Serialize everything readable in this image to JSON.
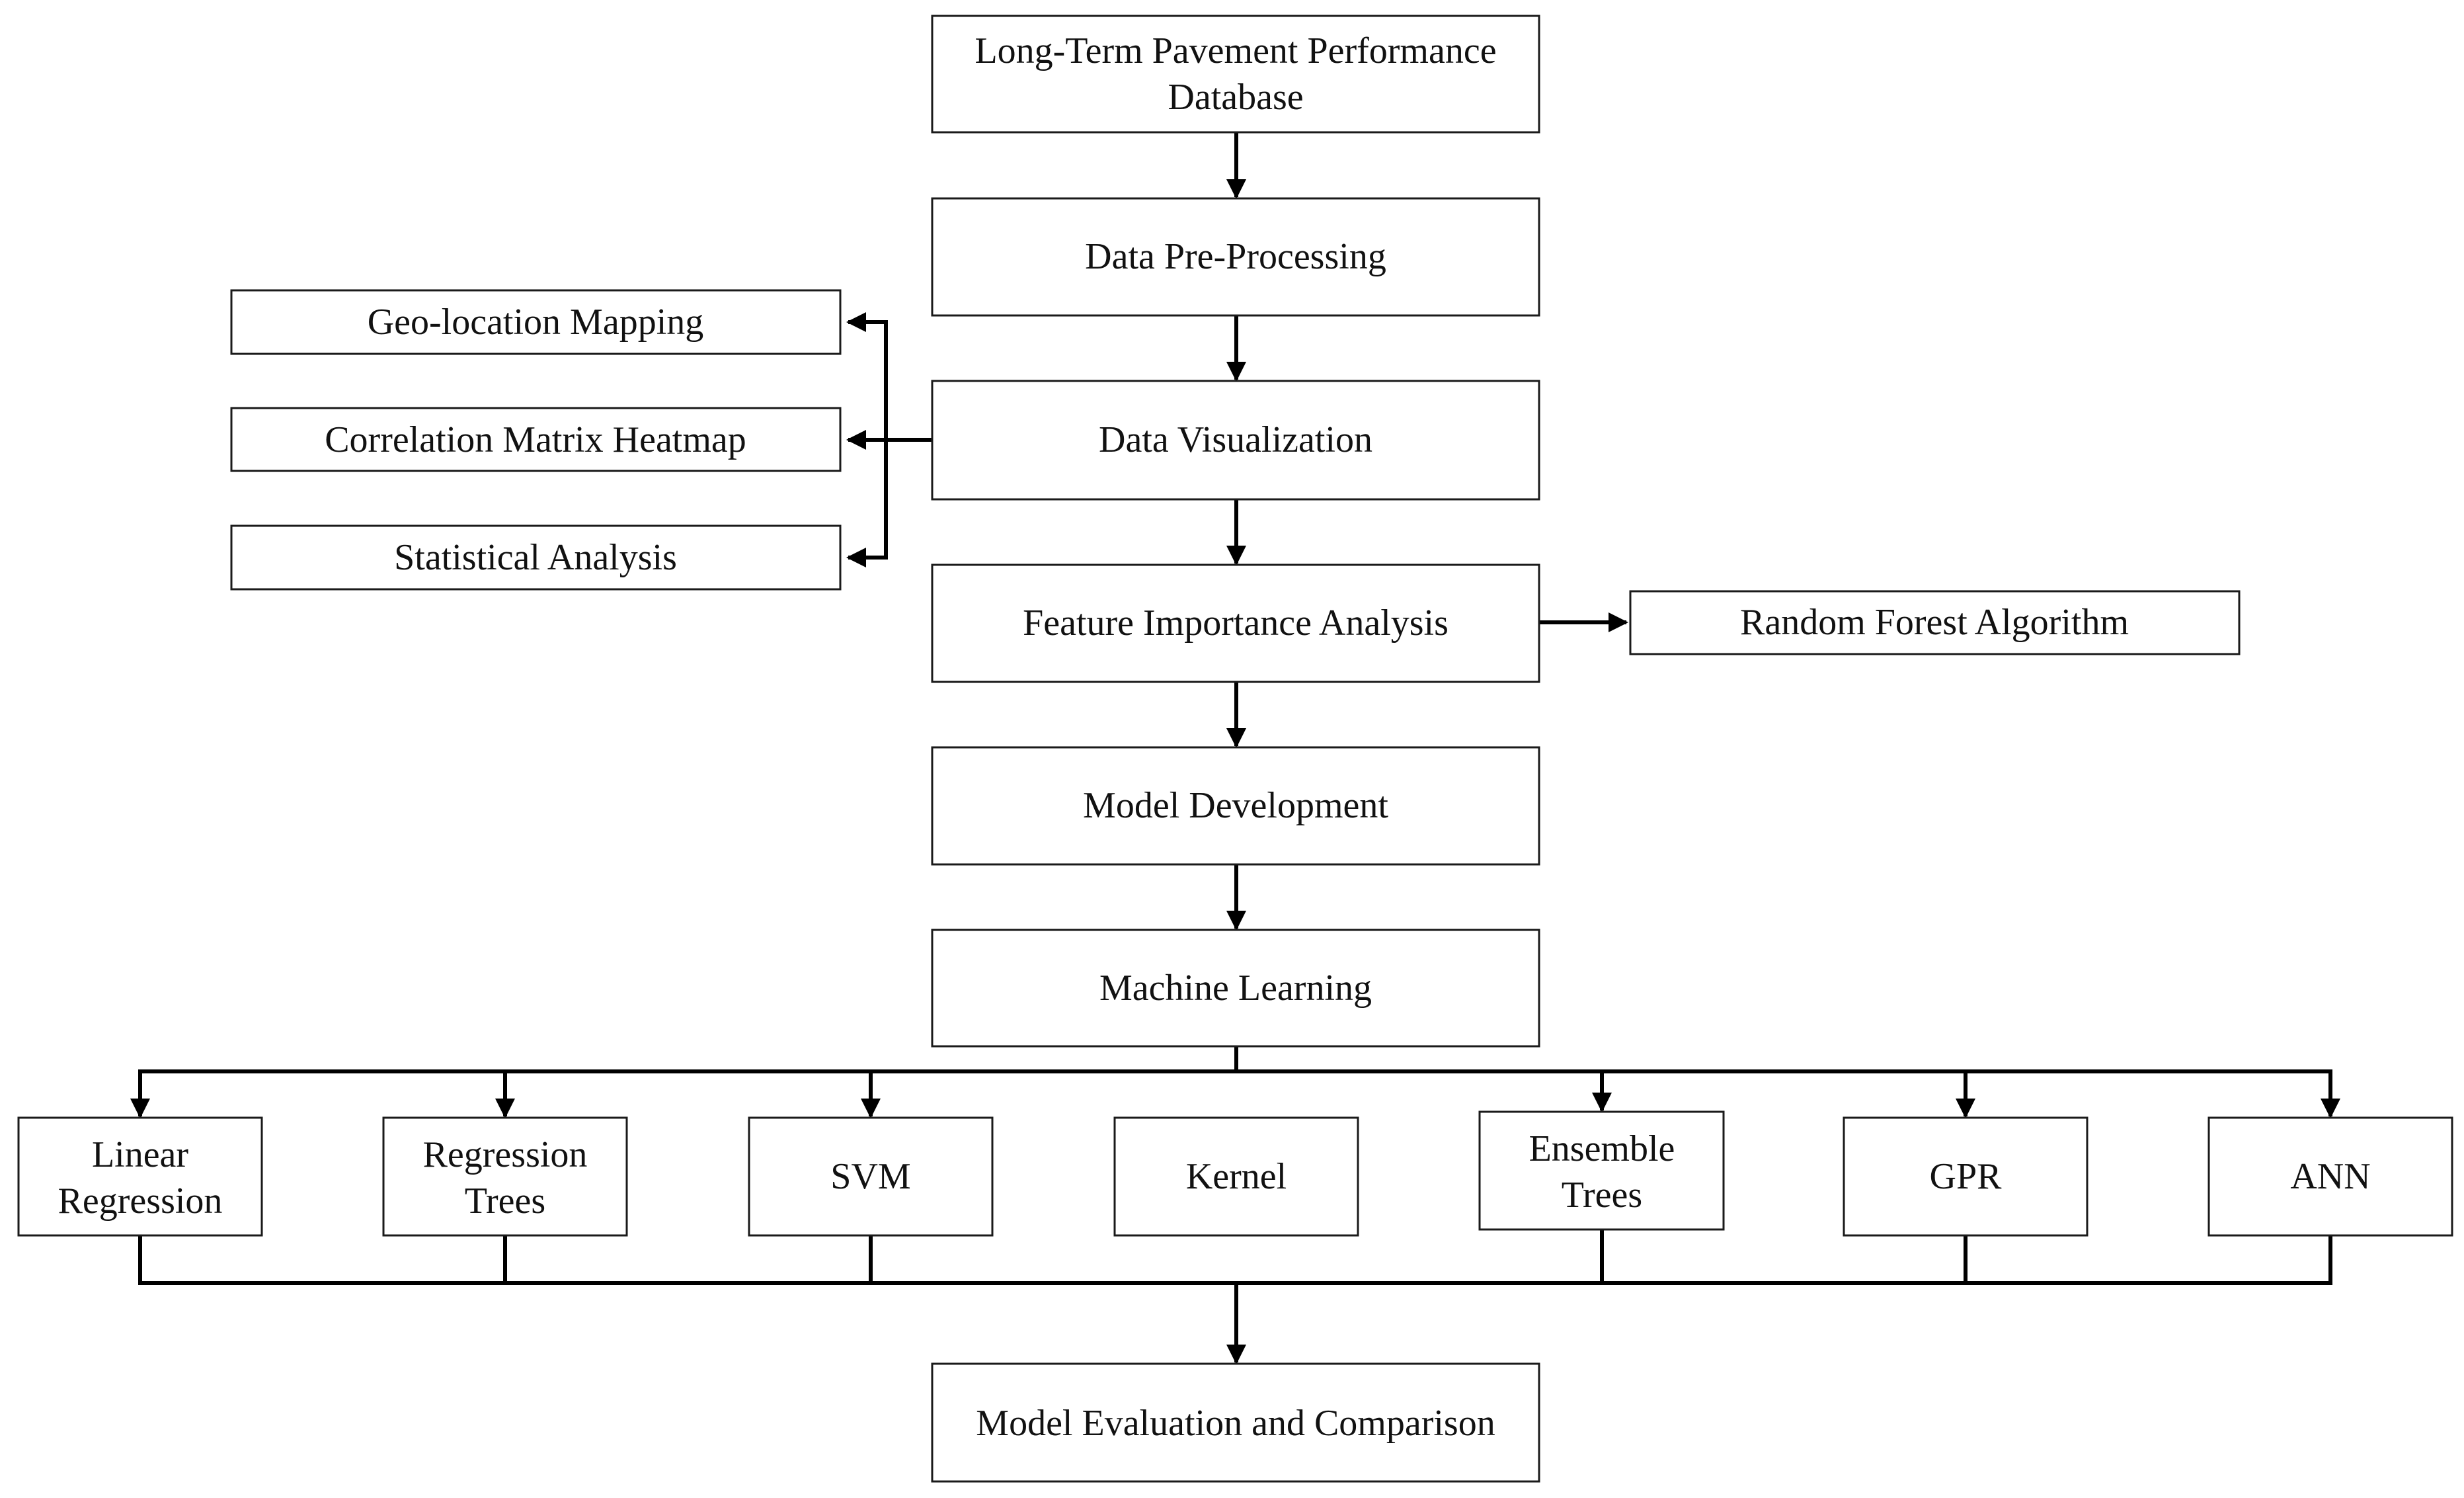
{
  "nodes": {
    "ltpp_database": {
      "lines": [
        "Long-Term Pavement Performance",
        "Database"
      ]
    },
    "data_preprocessing": {
      "lines": [
        "Data Pre-Processing"
      ]
    },
    "data_visualization": {
      "lines": [
        "Data Visualization"
      ]
    },
    "feature_importance": {
      "lines": [
        "Feature Importance Analysis"
      ]
    },
    "model_development": {
      "lines": [
        "Model Development"
      ]
    },
    "machine_learning": {
      "lines": [
        "Machine Learning"
      ]
    },
    "model_evaluation": {
      "lines": [
        "Model Evaluation and Comparison"
      ]
    },
    "geo_location_mapping": {
      "lines": [
        "Geo-location Mapping"
      ]
    },
    "correlation_heatmap": {
      "lines": [
        "Correlation Matrix Heatmap"
      ]
    },
    "statistical_analysis": {
      "lines": [
        "Statistical Analysis"
      ]
    },
    "random_forest": {
      "lines": [
        "Random Forest Algorithm"
      ]
    },
    "linear_regression": {
      "lines": [
        "Linear",
        "Regression"
      ]
    },
    "regression_trees": {
      "lines": [
        "Regression",
        "Trees"
      ]
    },
    "svm": {
      "lines": [
        "SVM"
      ]
    },
    "kernel": {
      "lines": [
        "Kernel"
      ]
    },
    "ensemble_trees": {
      "lines": [
        "Ensemble",
        "Trees"
      ]
    },
    "gpr": {
      "lines": [
        "GPR"
      ]
    },
    "ann": {
      "lines": [
        "ANN"
      ]
    }
  }
}
